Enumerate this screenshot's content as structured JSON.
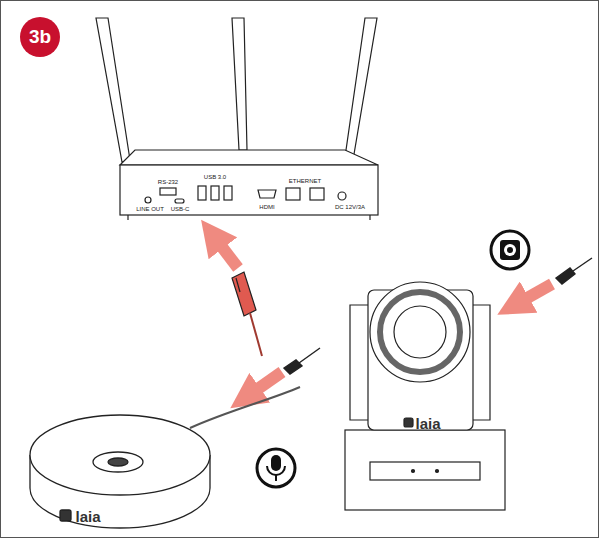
{
  "diagram": {
    "nodes": [
      {
        "text": [
          "3b"
        ]
      }
    ],
    "labels": [
      "RS-232",
      "USB 3.0",
      "ETHERNET",
      "LINE OUT",
      "USB-C",
      "HDMI",
      "DC 12V/3A",
      "laia",
      "laia"
    ]
  }
}
